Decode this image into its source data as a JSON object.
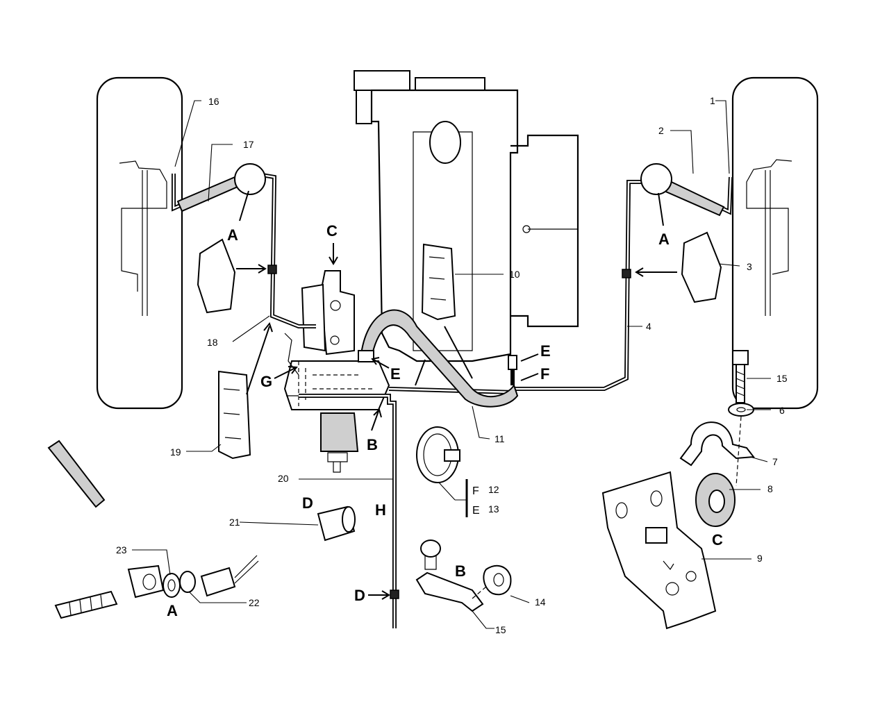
{
  "callouts": {
    "n1": "1",
    "n2": "2",
    "n3": "3",
    "n4": "4",
    "n6": "6",
    "n7": "7",
    "n8": "8",
    "n9": "9",
    "n10": "10",
    "n11": "11",
    "n12": "12",
    "n13": "13",
    "n14": "14",
    "n15a": "15",
    "n15b": "15",
    "n16": "16",
    "n17": "17",
    "n18": "18",
    "n19": "19",
    "n20": "20",
    "n21": "21",
    "n22": "22",
    "n23": "23"
  },
  "letters": {
    "a_left": "A",
    "a_right": "A",
    "a_bottom": "A",
    "b_main": "B",
    "b_bracket": "B",
    "c_top": "C",
    "c_bracket": "C",
    "d_nut": "D",
    "d_pipe": "D",
    "e_left": "E",
    "e_right": "E",
    "e_clip": "E",
    "f_right": "F",
    "f_clip": "F",
    "g": "G",
    "h": "H"
  }
}
